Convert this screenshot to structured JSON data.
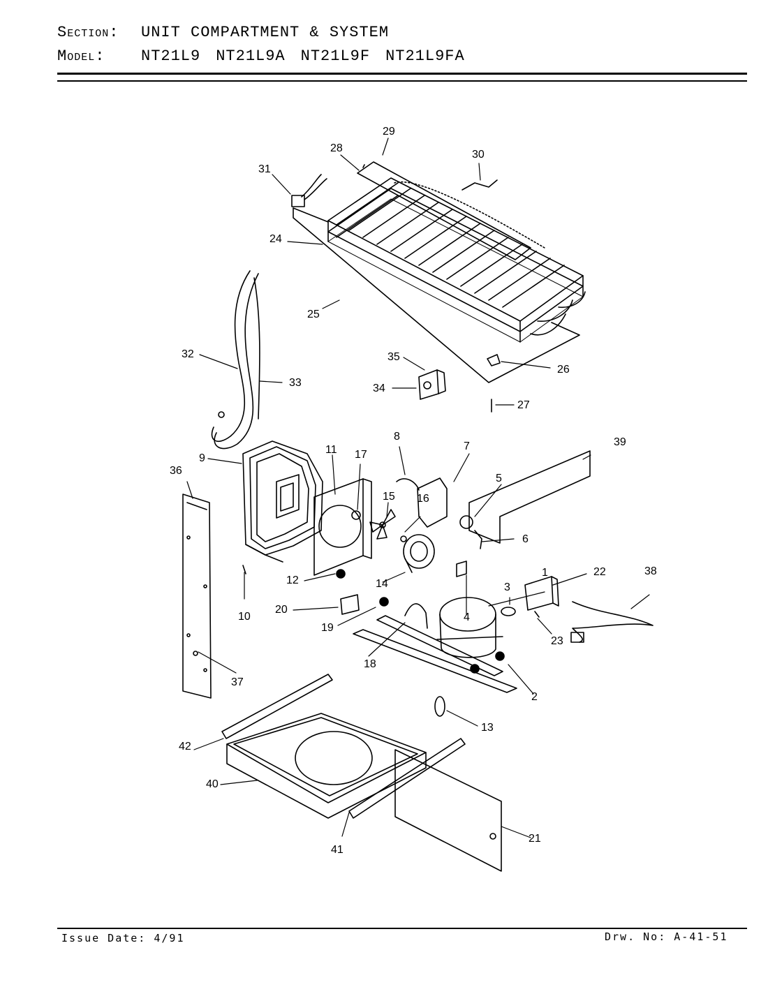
{
  "header": {
    "section_label": "Section:",
    "section_value": "UNIT COMPARTMENT & SYSTEM",
    "model_label": "Model:",
    "models": [
      "NT21L9",
      "NT21L9A",
      "NT21L9F",
      "NT21L9FA"
    ]
  },
  "callouts": {
    "c1": "1",
    "c2": "2",
    "c3": "3",
    "c4": "4",
    "c5": "5",
    "c6": "6",
    "c7": "7",
    "c8": "8",
    "c9": "9",
    "c10": "10",
    "c11": "11",
    "c12": "12",
    "c13": "13",
    "c14": "14",
    "c15": "15",
    "c16": "16",
    "c17": "17",
    "c18": "18",
    "c19": "19",
    "c20": "20",
    "c21": "21",
    "c22": "22",
    "c23": "23",
    "c24": "24",
    "c25": "25",
    "c26": "26",
    "c27": "27",
    "c28": "28",
    "c29": "29",
    "c30": "30",
    "c31": "31",
    "c32": "32",
    "c33": "33",
    "c34": "34",
    "c35": "35",
    "c36": "36",
    "c37": "37",
    "c38": "38",
    "c39": "39",
    "c40": "40",
    "c41": "41",
    "c42": "42"
  },
  "footer": {
    "issue_date": "Issue Date: 4/91",
    "drawing_number": "Drw. No: A-41-51"
  }
}
